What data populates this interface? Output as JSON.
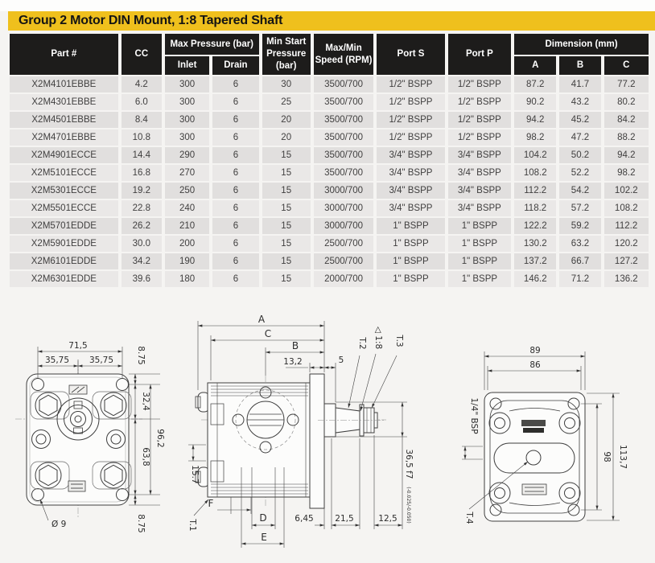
{
  "header": {
    "title": "Group 2 Motor DIN Mount, 1:8 Tapered Shaft"
  },
  "table": {
    "headers": {
      "part": "Part #",
      "cc": "CC",
      "max_pressure": "Max Pressure (bar)",
      "inlet": "Inlet",
      "drain": "Drain",
      "min_start": "Min Start Pressure (bar)",
      "speed": "Max/Min Speed (RPM)",
      "port_s": "Port S",
      "port_p": "Port P",
      "dimension": "Dimension (mm)",
      "a": "A",
      "b": "B",
      "c": "C"
    },
    "col_keys": [
      "part",
      "cc",
      "inlet",
      "drain",
      "min-start-pressure",
      "speed",
      "port-s",
      "port-p",
      "dim-a",
      "dim-b",
      "dim-c"
    ],
    "rows": [
      [
        "X2M4101EBBE",
        "4.2",
        "300",
        "6",
        "30",
        "3500/700",
        "1/2\" BSPP",
        "1/2\" BSPP",
        "87.2",
        "41.7",
        "77.2"
      ],
      [
        "X2M4301EBBE",
        "6.0",
        "300",
        "6",
        "25",
        "3500/700",
        "1/2\" BSPP",
        "1/2\" BSPP",
        "90.2",
        "43.2",
        "80.2"
      ],
      [
        "X2M4501EBBE",
        "8.4",
        "300",
        "6",
        "20",
        "3500/700",
        "1/2\" BSPP",
        "1/2\" BSPP",
        "94.2",
        "45.2",
        "84.2"
      ],
      [
        "X2M4701EBBE",
        "10.8",
        "300",
        "6",
        "20",
        "3500/700",
        "1/2\" BSPP",
        "1/2\" BSPP",
        "98.2",
        "47.2",
        "88.2"
      ],
      [
        "X2M4901ECCE",
        "14.4",
        "290",
        "6",
        "15",
        "3500/700",
        "3/4\" BSPP",
        "3/4\" BSPP",
        "104.2",
        "50.2",
        "94.2"
      ],
      [
        "X2M5101ECCE",
        "16.8",
        "270",
        "6",
        "15",
        "3500/700",
        "3/4\" BSPP",
        "3/4\" BSPP",
        "108.2",
        "52.2",
        "98.2"
      ],
      [
        "X2M5301ECCE",
        "19.2",
        "250",
        "6",
        "15",
        "3000/700",
        "3/4\" BSPP",
        "3/4\" BSPP",
        "112.2",
        "54.2",
        "102.2"
      ],
      [
        "X2M5501ECCE",
        "22.8",
        "240",
        "6",
        "15",
        "3000/700",
        "3/4\" BSPP",
        "3/4\" BSPP",
        "118.2",
        "57.2",
        "108.2"
      ],
      [
        "X2M5701EDDE",
        "26.2",
        "210",
        "6",
        "15",
        "3000/700",
        "1\" BSPP",
        "1\" BSPP",
        "122.2",
        "59.2",
        "112.2"
      ],
      [
        "X2M5901EDDE",
        "30.0",
        "200",
        "6",
        "15",
        "2500/700",
        "1\" BSPP",
        "1\" BSPP",
        "130.2",
        "63.2",
        "120.2"
      ],
      [
        "X2M6101EDDE",
        "34.2",
        "190",
        "6",
        "15",
        "2500/700",
        "1\" BSPP",
        "1\" BSPP",
        "137.2",
        "66.7",
        "127.2"
      ],
      [
        "X2M6301EDDE",
        "39.6",
        "180",
        "6",
        "15",
        "2000/700",
        "1\" BSPP",
        "1\" BSPP",
        "146.2",
        "71.2",
        "136.2"
      ]
    ]
  },
  "drawings": {
    "front_view": {
      "width_total": "71,5",
      "width_half_left": "35,75",
      "width_half_right": "35,75",
      "edge_top": "8.75",
      "hole_to_center": "32,4",
      "height_total": "96,2",
      "center_to_hole": "63,8",
      "edge_bottom": "8.75",
      "hole_dia": "Ø 9"
    },
    "side_view": {
      "dim_a": "A",
      "dim_b": "B",
      "dim_c": "C",
      "dim_d": "D",
      "dim_e": "E",
      "dim_f": "F",
      "rear_plate": "13,2",
      "hub": "5",
      "taper": "◁ 1:8",
      "t1": "T.1",
      "t2": "T.2",
      "t3": "T.3",
      "port_offset": "15.7",
      "seal": "6,45",
      "shaft_len": "21,5",
      "thread_len": "12,5",
      "pilot_dia": "36,5 f7",
      "pilot_tol": "(-0.025/-0.050)"
    },
    "rear_view": {
      "width_outer": "89",
      "width_inner": "86",
      "drain_port": "1/4\" BSP",
      "height_inner": "98",
      "height_outer": "113,7",
      "t4": "T.4"
    }
  },
  "colors": {
    "accent": "#EFC01D",
    "header_bg": "#1D1C1B",
    "row_dark": "#E1DFDE",
    "row_light": "#EAE8E7",
    "line": "#3E3E3E"
  }
}
